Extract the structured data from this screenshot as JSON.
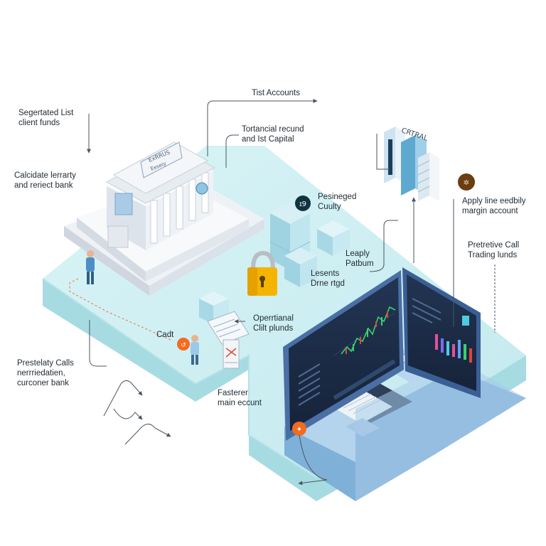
{
  "labels": {
    "top_accounts": [
      "Tist Accounts"
    ],
    "segregated": [
      "Segertated List",
      "client funds"
    ],
    "tortancial": [
      "Tortancial recund",
      "and Ist Capital"
    ],
    "calcidate": [
      "Calcidate lerrarty",
      "and reriect bank"
    ],
    "pesineged": [
      "Pesineged",
      "Cuulty"
    ],
    "apply": [
      "Apply line eedbily",
      "margin account"
    ],
    "protective": [
      "Pretretive Call",
      "Trading lunds"
    ],
    "leaply": [
      "Leaply",
      "Patbum"
    ],
    "lesents": [
      "Lesents",
      "Drne rtgd"
    ],
    "operational": [
      "Operrtianal",
      "Clilt plunds"
    ],
    "cadt": [
      "Cadt"
    ],
    "prestelaty": [
      "Prestelaty Calls",
      "nerrriedatien,",
      "curconer bank"
    ],
    "fasterer": [
      "Fasterer",
      "main eccunt"
    ]
  },
  "signage": {
    "central": "CRTRAL",
    "bank_sign_line1": "ExRRUS",
    "bank_sign_line2": "Eeseiy",
    "cube_badge": "ɪ9"
  },
  "colors": {
    "platform_top": "#cfeff3",
    "platform_side": "#a9dde3",
    "bank_white": "#f4f6f9",
    "screen_dark": "#1d2b3f",
    "laptop_blue": "#8fb8dc",
    "accent_orange": "#f26b1f",
    "lock_gold": "#f4b400",
    "cube_teal": "#bfe6ef",
    "badge_brown": "#6b3d12",
    "badge_navy": "#0f3340",
    "chart_green": "#3ad06e",
    "chart_red": "#e0443c"
  }
}
